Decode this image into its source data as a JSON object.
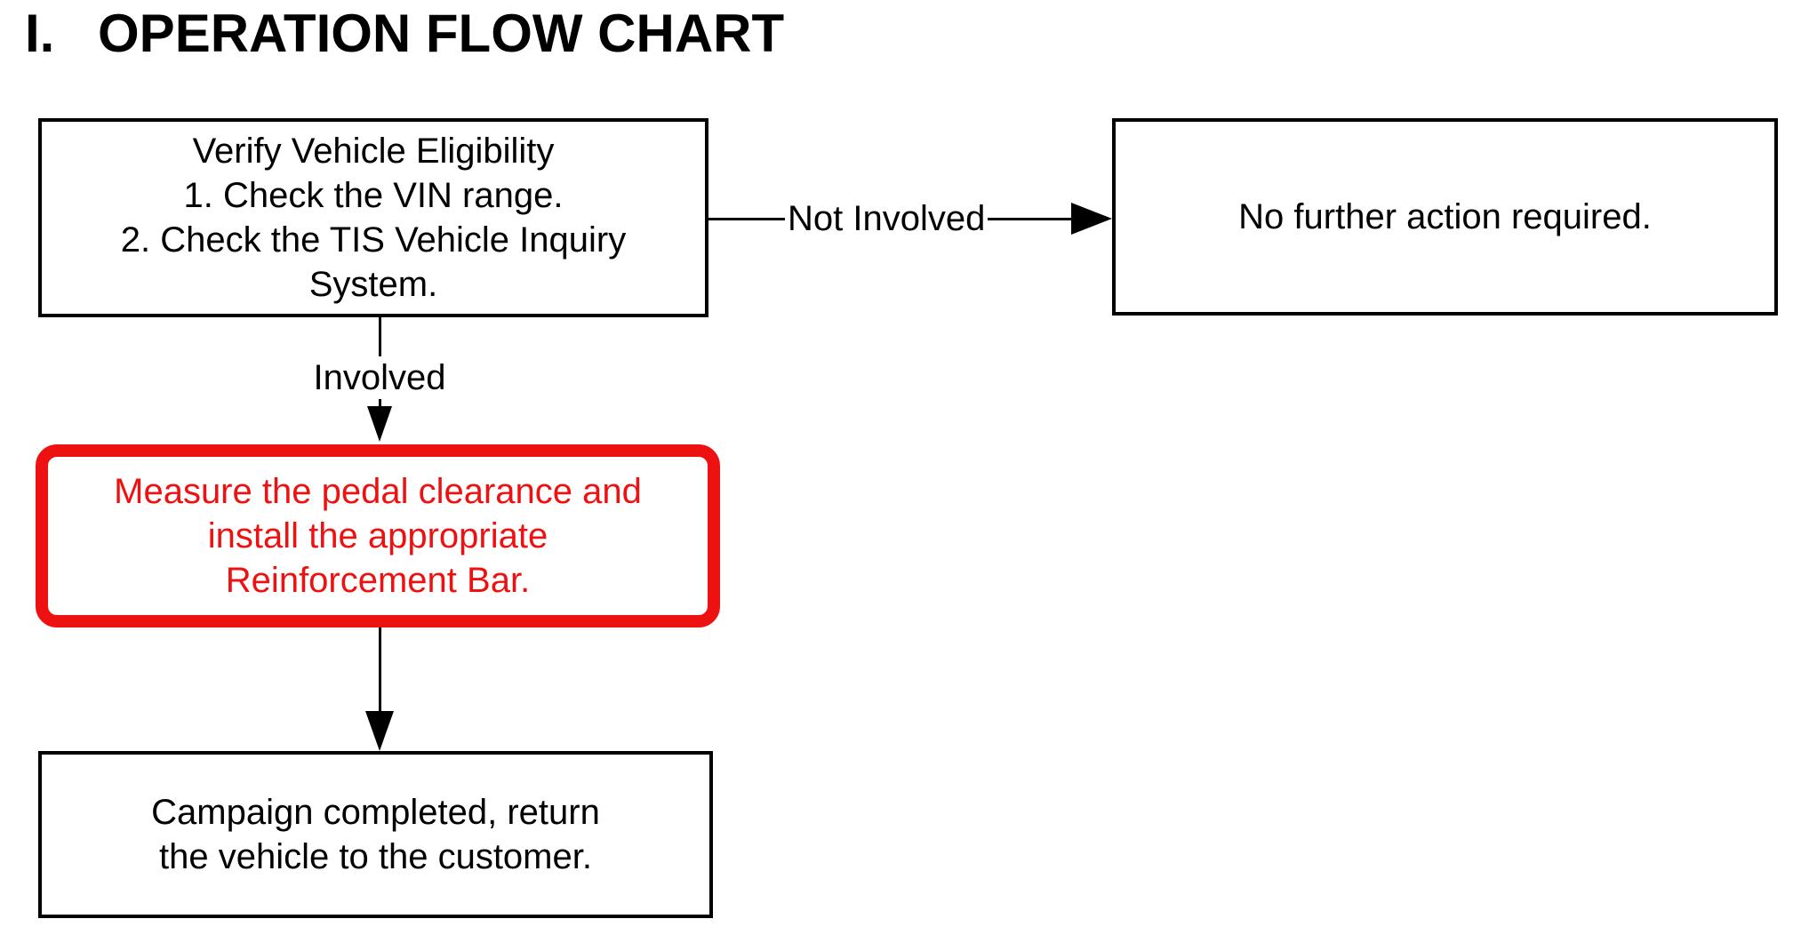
{
  "header": {
    "numeral": "I.",
    "title": "OPERATION FLOW CHART"
  },
  "flow": {
    "verify_box": {
      "text": "Verify Vehicle Eligibility\n1. Check the VIN range.\n2. Check the TIS Vehicle Inquiry\nSystem."
    },
    "no_action_box": {
      "text": "No further action required."
    },
    "measure_box": {
      "text": "Measure the pedal clearance and\ninstall the appropriate\nReinforcement Bar."
    },
    "campaign_box": {
      "text": "Campaign completed, return\nthe vehicle to the customer."
    },
    "labels": {
      "not_involved": "Not Involved",
      "involved": "Involved"
    },
    "colors": {
      "highlight": "#ee1111",
      "line": "#000000",
      "background": "#ffffff"
    }
  }
}
